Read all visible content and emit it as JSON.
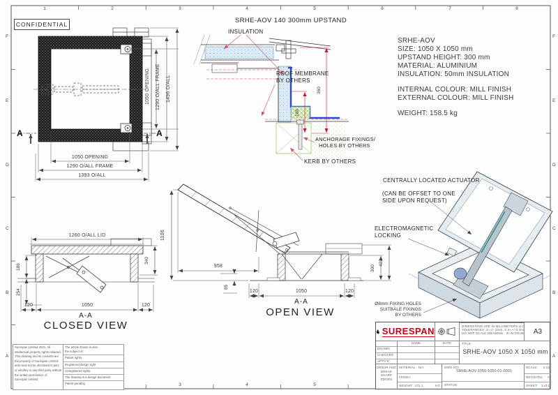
{
  "sheet": {
    "confidential": "CONFIDENTIAL",
    "grid_cols": [
      "1",
      "2",
      "3",
      "4",
      "5",
      "6",
      "7",
      "8"
    ],
    "grid_rows": [
      "F",
      "E",
      "D",
      "C",
      "B",
      "A"
    ]
  },
  "plan_view": {
    "dim_opening_h": "1050 OPENING",
    "dim_frame_h": "1290 O/ALL FRAME",
    "dim_overall_h": "1393 O/ALL",
    "dim_opening_v": "1050 OPENING",
    "dim_frame_v": "1290 O/ALL FRAME",
    "dim_overall_v": "1496 O/ALL",
    "section_marker_left": "A",
    "section_marker_right": "A"
  },
  "upstand_detail": {
    "title": "SRHE-AOV 140 300mm UPSTAND",
    "insulation_label": "INSULATION",
    "membrane_label_line1": "ROOF MEMBRANE",
    "membrane_label_line2": "BY OTHERS",
    "anchorage_label_line1": "ANCHORAGE FIXINGS/",
    "anchorage_label_line2": "HOLES BY OTHERS",
    "kerb_label": "KERB BY OTHERS",
    "dim_overall_height": "360",
    "dim_kerb_height": "186"
  },
  "specs": {
    "product": "SRHE-AOV",
    "size": "SIZE: 1050 X 1050 mm",
    "upstand": "UPSTAND HEIGHT: 300 mm",
    "material": "MATERIAL: ALUMINIUM",
    "insulation": "INSULATION: 50mm INSULATION",
    "internal_colour": "INTERNAL COLOUR: MILL FINISH",
    "external_colour": "EXTERNAL COLOUR: MILL FINISH",
    "weight": "WEIGHT: 158.5 kg"
  },
  "closed_view": {
    "dim_lid": "1260 O/ALL LID",
    "dim_left_upper": "186",
    "dim_left_lower": "254",
    "dim_right": "340",
    "dim_bottom_left": "120",
    "dim_bottom_center": "1050",
    "dim_bottom_right": "120",
    "section_label": "A-A",
    "view_label": "CLOSED VIEW"
  },
  "open_view": {
    "dim_height": "1106",
    "dim_projection": "958",
    "dim_base": "85",
    "dim_bottom_left": "120",
    "dim_bottom_center": "1050",
    "dim_bottom_right": "120",
    "dim_upstand": "300",
    "dim_overall": "422",
    "section_label": "A-A",
    "view_label": "OPEN VIEW"
  },
  "iso_view": {
    "actuator_label": "CENTRALLY LOCATED ACTUATOR",
    "offset_note_line1": "(CAN BE OFFSET TO ONE",
    "offset_note_line2": "SIDE UPON REQUEST)",
    "locking_label_line1": "ELECTROMAGNETIC",
    "locking_label_line2": "LOCKING",
    "fixing_note_line1": "Ø8mm FIXING HOLES",
    "fixing_note_line2": "SUITBALE FIXINGS",
    "fixing_note_line3": "BY OTHERS"
  },
  "copyright": {
    "left_lines": [
      "Surespan Limited 2021. All",
      "intellectual property rights retained.",
      "This drawing and its contents are",
      "the property of Surespan Limited",
      "and must not be disclosed in part",
      "or wholley to any third party without",
      "the written permission of",
      "Surespan Limited"
    ],
    "right_header_line1": "The article shown is also",
    "right_header_line2": "the subject of:",
    "right_items": [
      "Patent rights",
      "Registered design right",
      "Unregistered rights",
      "The drawing is a design document",
      "Patent pending"
    ]
  },
  "title_block": {
    "logo_text": "SURESPAN",
    "note_line1": "DIMENSIONS ARE IN MILLIMETERS U.O.S",
    "note_line2": "TOLERANCES: X=+/-.3mm, X.X=+/-0.3mm",
    "note_line3": "DO NOT SCALE DRAWING . IF IN DOUBT ASK",
    "paper_size": "A3",
    "col_name": "NAME",
    "col_date": "DATE",
    "row_drawn": "DRAWN",
    "row_checked": "CHECKED",
    "row_approved": "APPV'D",
    "title_label": "TITLE:",
    "title_value": "SRHE-AOV 1050 X 1050 mm",
    "debur_note": "DEBUR AND BREAK SHARP EDGES",
    "material_label": "MATERIAL:",
    "material_value": "N/A",
    "finish_label": "FINISH:",
    "weight_label": "WEIGHT:",
    "weight_value": "131.1",
    "weight_unit": "KG",
    "dwg_label": "DWG NO:",
    "dwg_value": "SRHE-AOV-1050-1050-01-0001",
    "status_label": "STATUS:",
    "scale_label": "SCALE:",
    "scale_value": "1:15",
    "revision_label": "REVISION:",
    "revision_value": "A",
    "sheet_label": "SHEET:",
    "sheet_value": "1 of 1"
  },
  "colors": {
    "dimension_red": "#cf1124",
    "leader_pink": "#e14b60",
    "membrane_blue": "#2b46cc",
    "kerb_green": "#8cc050",
    "insulation_blue": "#dcebf8",
    "logo_red": "#cc0011",
    "sheet_number_red": "#cc2222"
  }
}
